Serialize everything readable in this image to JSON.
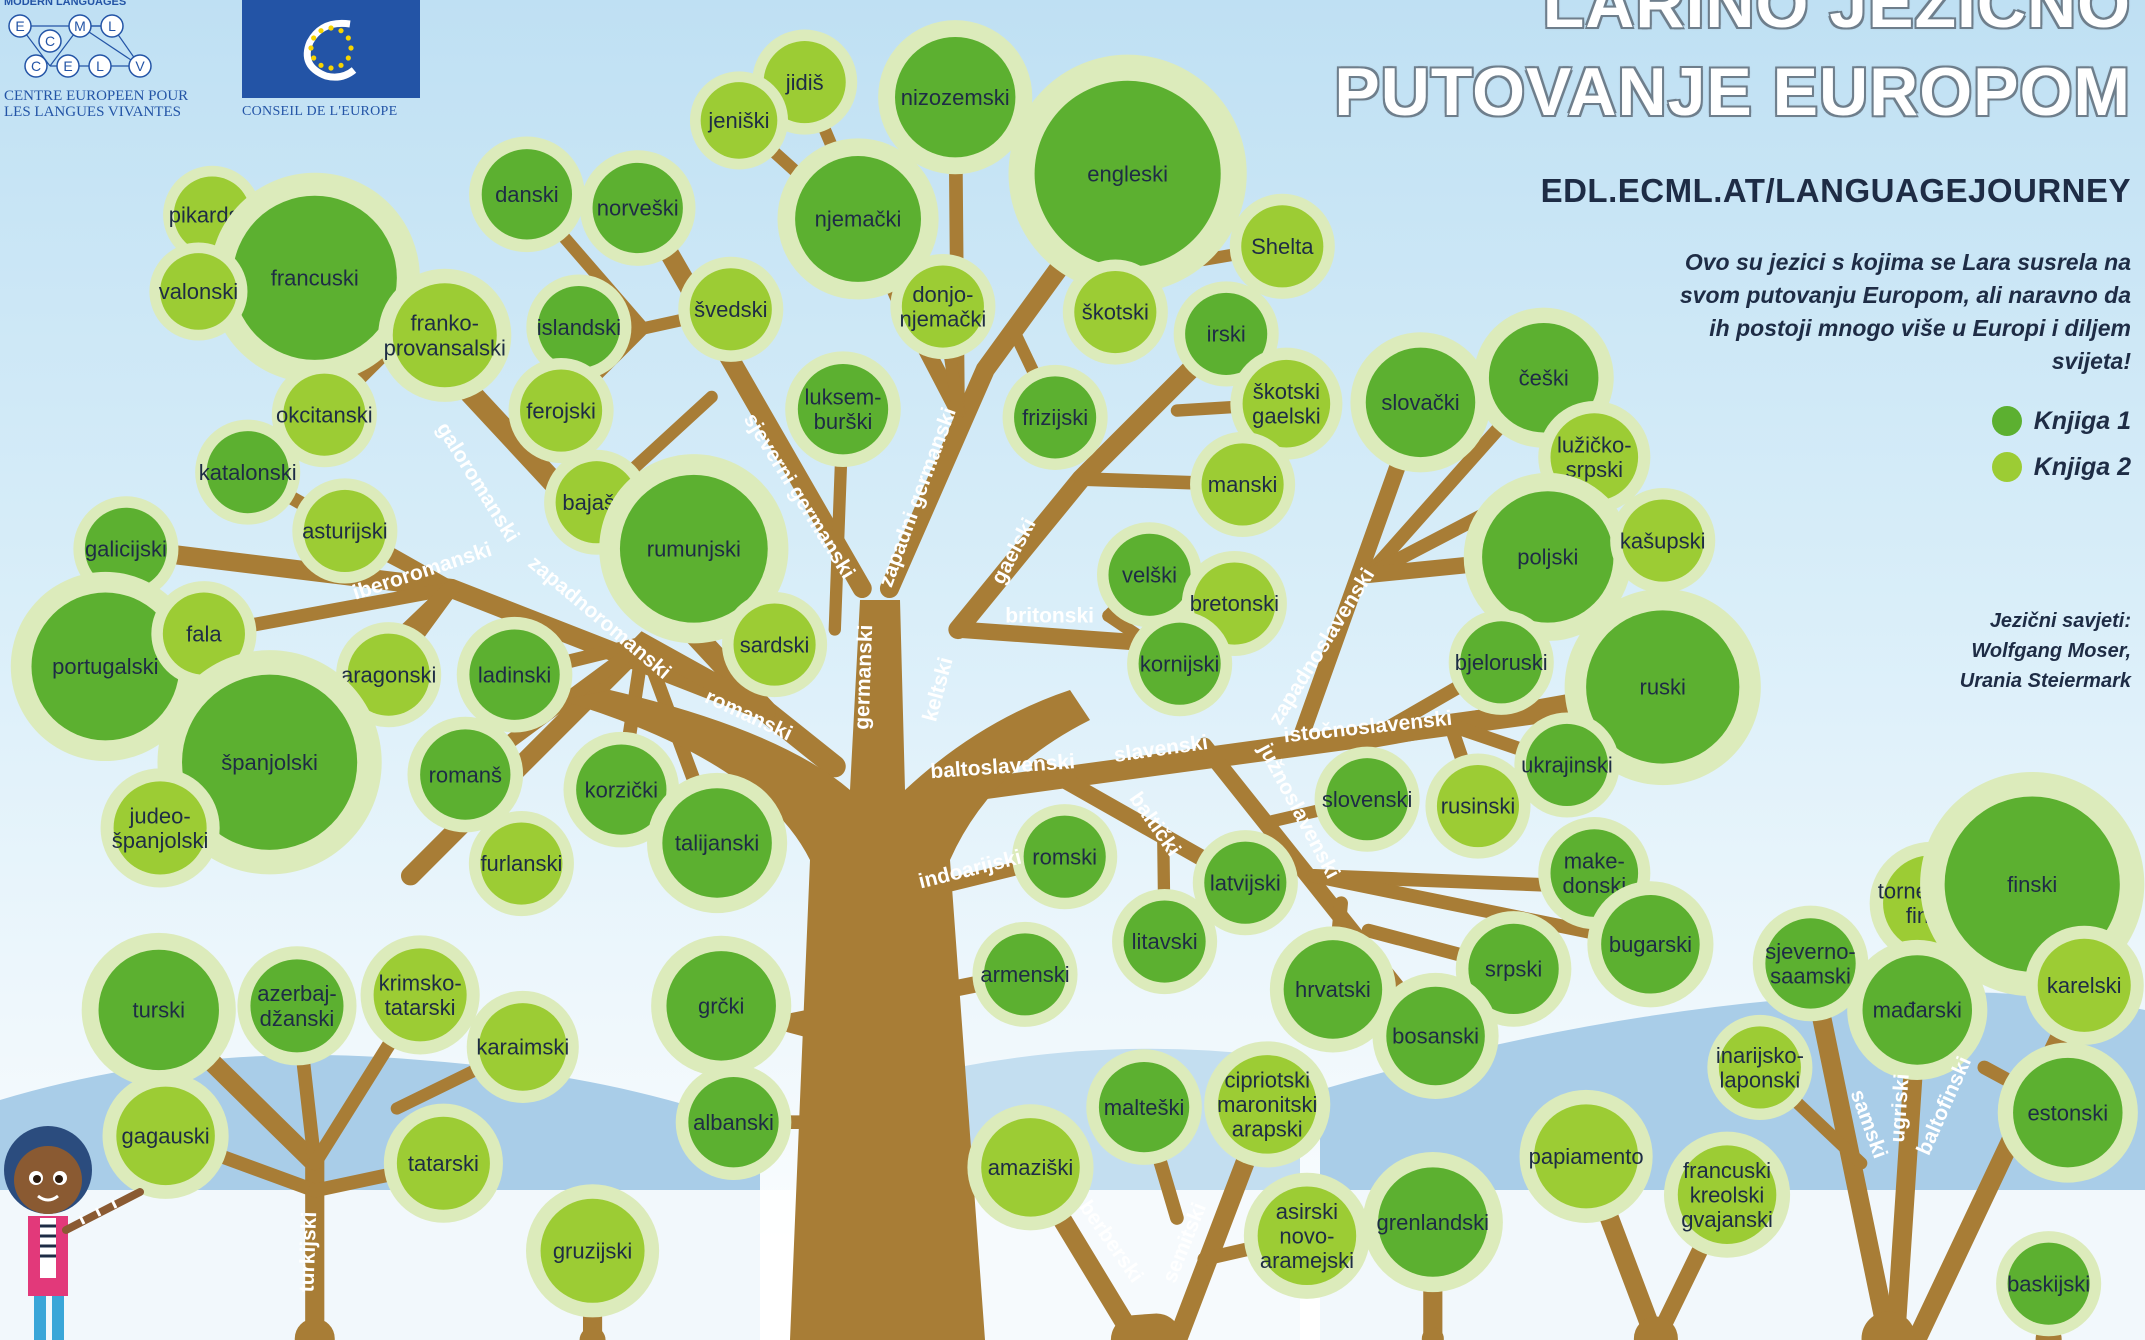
{
  "header": {
    "title_line1": "LARINO JEZIČNO",
    "title_line2": "PUTOVANJE EUROPOM",
    "url": "EDL.ECML.AT/LANGUAGEJOURNEY",
    "intro": "Ovo su jezici s kojima se Lara susrela na svom putovanju Europom, ali naravno da ih postoji mnogo više u Europi i diljem svijeta!",
    "advisors_line1": "Jezični savjeti:",
    "advisors_line2": "Wolfgang Moser,",
    "advisors_line3": "Urania Steiermark"
  },
  "legend": [
    {
      "label": "Knjiga 1",
      "color": "#5cb030"
    },
    {
      "label": "Knjiga 2",
      "color": "#9ccc34"
    }
  ],
  "logos": {
    "ecml_top": "MODERN       LANGUAGES",
    "ecml_letters": [
      "E",
      "C",
      "M",
      "L",
      "C",
      "E",
      "L",
      "V"
    ],
    "ecml_bottom_line1": "CENTRE EUROPEEN POUR",
    "ecml_bottom_line2": "LES   LANGUES   VIVANTES",
    "coe_text": "CONSEIL DE L'EUROPE"
  },
  "colors": {
    "trunk": "#a87d36",
    "book1": "#5cb030",
    "book2": "#9ccc34",
    "halo": "#dcebbb",
    "navy": "#1e2c45"
  },
  "branch_labels": {
    "galoromanski": "galoromanski",
    "iberoromanski": "iberoromanski",
    "zapadnoromanski": "zapadnoromanski",
    "romanski": "romanski",
    "sjeverni_germanski": "sjeverni germanski",
    "zapadni_germanski": "zapadni germanski",
    "germanski": "germanski",
    "gaelski": "gaelski",
    "britonski": "britonski",
    "keltski": "keltski",
    "baltoslavenski": "baltoslavenski",
    "slavenski": "slavenski",
    "istocnoslavenski": "istočnoslavenski",
    "zapadnoslavenski": "zapadnoslavenski",
    "juznoslavenski": "južnoslavenski",
    "balticki": "baltički",
    "indoarijski": "indoarijski",
    "turkijski": "turkijski",
    "berberski": "berberski",
    "semitski": "semitski",
    "samski": "samski",
    "ugriski": "ugriski",
    "baltofinski": "baltofinski"
  },
  "languages": [
    {
      "id": "pikardski",
      "lines": [
        "pikardski"
      ],
      "book": 2
    },
    {
      "id": "francuski",
      "lines": [
        "francuski"
      ],
      "book": 1
    },
    {
      "id": "valonski",
      "lines": [
        "valonski"
      ],
      "book": 2
    },
    {
      "id": "franko-provansalski",
      "lines": [
        "franko-",
        "provansalski"
      ],
      "book": 2
    },
    {
      "id": "okcitanski",
      "lines": [
        "okcitanski"
      ],
      "book": 2
    },
    {
      "id": "katalonski",
      "lines": [
        "katalonski"
      ],
      "book": 1
    },
    {
      "id": "asturijski",
      "lines": [
        "asturijski"
      ],
      "book": 2
    },
    {
      "id": "galicijski",
      "lines": [
        "galicijski"
      ],
      "book": 1
    },
    {
      "id": "portugalski",
      "lines": [
        "portugalski"
      ],
      "book": 1
    },
    {
      "id": "fala",
      "lines": [
        "fala"
      ],
      "book": 2
    },
    {
      "id": "aragonski",
      "lines": [
        "aragonski"
      ],
      "book": 2
    },
    {
      "id": "spanjolski",
      "lines": [
        "španjolski"
      ],
      "book": 1
    },
    {
      "id": "judeo-spanjolski",
      "lines": [
        "judeo-",
        "španjolski"
      ],
      "book": 2
    },
    {
      "id": "danski",
      "lines": [
        "danski"
      ],
      "book": 1
    },
    {
      "id": "norveski",
      "lines": [
        "norveški"
      ],
      "book": 1
    },
    {
      "id": "islandski",
      "lines": [
        "islandski"
      ],
      "book": 1
    },
    {
      "id": "svedski",
      "lines": [
        "švedski"
      ],
      "book": 2
    },
    {
      "id": "ferojski",
      "lines": [
        "ferojski"
      ],
      "book": 2
    },
    {
      "id": "bajaski",
      "lines": [
        "bajaški"
      ],
      "book": 2
    },
    {
      "id": "rumunjski",
      "lines": [
        "rumunjski"
      ],
      "book": 1
    },
    {
      "id": "ladinski",
      "lines": [
        "ladinski"
      ],
      "book": 1
    },
    {
      "id": "sardski",
      "lines": [
        "sardski"
      ],
      "book": 2
    },
    {
      "id": "romans",
      "lines": [
        "romanš"
      ],
      "book": 1
    },
    {
      "id": "korzicki",
      "lines": [
        "korzički"
      ],
      "book": 1
    },
    {
      "id": "talijanski",
      "lines": [
        "talijanski"
      ],
      "book": 1
    },
    {
      "id": "furlanski",
      "lines": [
        "furlanski"
      ],
      "book": 2
    },
    {
      "id": "jidis",
      "lines": [
        "jidiš"
      ],
      "book": 2
    },
    {
      "id": "jeniski",
      "lines": [
        "jeniški"
      ],
      "book": 2
    },
    {
      "id": "nizozemski",
      "lines": [
        "nizozemski"
      ],
      "book": 1
    },
    {
      "id": "njemacki",
      "lines": [
        "njemački"
      ],
      "book": 1
    },
    {
      "id": "donjonjemacki",
      "lines": [
        "donjo-",
        "njemački"
      ],
      "book": 2
    },
    {
      "id": "luksemburski",
      "lines": [
        "luksem-",
        "burški"
      ],
      "book": 1
    },
    {
      "id": "engleski",
      "lines": [
        "engleski"
      ],
      "book": 1
    },
    {
      "id": "shelta",
      "lines": [
        "Shelta"
      ],
      "book": 2
    },
    {
      "id": "skotski",
      "lines": [
        "škotski"
      ],
      "book": 2
    },
    {
      "id": "irski",
      "lines": [
        "irski"
      ],
      "book": 1
    },
    {
      "id": "frizijski",
      "lines": [
        "frizijski"
      ],
      "book": 1
    },
    {
      "id": "skotski-gaelski",
      "lines": [
        "škotski",
        "gaelski"
      ],
      "book": 2
    },
    {
      "id": "manski",
      "lines": [
        "manski"
      ],
      "book": 2
    },
    {
      "id": "velski",
      "lines": [
        "velški"
      ],
      "book": 1
    },
    {
      "id": "bretonski",
      "lines": [
        "bretonski"
      ],
      "book": 2
    },
    {
      "id": "kornijski",
      "lines": [
        "kornijski"
      ],
      "book": 1
    },
    {
      "id": "slovacki",
      "lines": [
        "slovački"
      ],
      "book": 1
    },
    {
      "id": "ceski",
      "lines": [
        "češki"
      ],
      "book": 1
    },
    {
      "id": "luzicko-srpski",
      "lines": [
        "lužičko-",
        "srpski"
      ],
      "book": 2
    },
    {
      "id": "poljski",
      "lines": [
        "poljski"
      ],
      "book": 1
    },
    {
      "id": "kasupski",
      "lines": [
        "kašupski"
      ],
      "book": 2
    },
    {
      "id": "bjeloruski",
      "lines": [
        "bjeloruski"
      ],
      "book": 1
    },
    {
      "id": "ruski",
      "lines": [
        "ruski"
      ],
      "book": 1
    },
    {
      "id": "ukrajinski",
      "lines": [
        "ukrajinski"
      ],
      "book": 1
    },
    {
      "id": "slovenski",
      "lines": [
        "slovenski"
      ],
      "book": 1
    },
    {
      "id": "rusinski",
      "lines": [
        "rusinski"
      ],
      "book": 2
    },
    {
      "id": "makedonski",
      "lines": [
        "make-",
        "donski"
      ],
      "book": 1
    },
    {
      "id": "bugarski",
      "lines": [
        "bugarski"
      ],
      "book": 1
    },
    {
      "id": "srpski",
      "lines": [
        "srpski"
      ],
      "book": 1
    },
    {
      "id": "hrvatski",
      "lines": [
        "hrvatski"
      ],
      "book": 1
    },
    {
      "id": "bosanski",
      "lines": [
        "bosanski"
      ],
      "book": 1
    },
    {
      "id": "romski",
      "lines": [
        "romski"
      ],
      "book": 1
    },
    {
      "id": "latvijski",
      "lines": [
        "latvijski"
      ],
      "book": 1
    },
    {
      "id": "litavski",
      "lines": [
        "litavski"
      ],
      "book": 1
    },
    {
      "id": "armenski",
      "lines": [
        "armenski"
      ],
      "book": 1
    },
    {
      "id": "grcki",
      "lines": [
        "grčki"
      ],
      "book": 1
    },
    {
      "id": "albanski",
      "lines": [
        "albanski"
      ],
      "book": 1
    },
    {
      "id": "turski",
      "lines": [
        "turski"
      ],
      "book": 1
    },
    {
      "id": "azerbajdzanski",
      "lines": [
        "azerbaj-",
        "džanski"
      ],
      "book": 1
    },
    {
      "id": "krimsko-tatarski",
      "lines": [
        "krimsko-",
        "tatarski"
      ],
      "book": 2
    },
    {
      "id": "karaimski",
      "lines": [
        "karaimski"
      ],
      "book": 2
    },
    {
      "id": "gagauski",
      "lines": [
        "gagauski"
      ],
      "book": 2
    },
    {
      "id": "tatarski",
      "lines": [
        "tatarski"
      ],
      "book": 2
    },
    {
      "id": "gruzijski",
      "lines": [
        "gruzijski"
      ],
      "book": 2
    },
    {
      "id": "amaziski",
      "lines": [
        "amaziški"
      ],
      "book": 2
    },
    {
      "id": "malteski",
      "lines": [
        "malteški"
      ],
      "book": 1
    },
    {
      "id": "cipriotski",
      "lines": [
        "cipriotski",
        "maronitski",
        "arapski"
      ],
      "book": 2
    },
    {
      "id": "asirski",
      "lines": [
        "asirski",
        "novo-",
        "aramejski"
      ],
      "book": 2
    },
    {
      "id": "grenlandski",
      "lines": [
        "grenlandski"
      ],
      "book": 1
    },
    {
      "id": "papiamento",
      "lines": [
        "papiamento"
      ],
      "book": 2
    },
    {
      "id": "francuski-kreolski",
      "lines": [
        "francuski",
        "kreolski",
        "gvajanski"
      ],
      "book": 2
    },
    {
      "id": "tornedalski",
      "lines": [
        "tornedalski",
        "finski"
      ],
      "book": 2
    },
    {
      "id": "finski",
      "lines": [
        "finski"
      ],
      "book": 1
    },
    {
      "id": "sjeverno-saamski",
      "lines": [
        "sjeverno-",
        "saamski"
      ],
      "book": 1
    },
    {
      "id": "madarski",
      "lines": [
        "mađarski"
      ],
      "book": 1
    },
    {
      "id": "karelski",
      "lines": [
        "karelski"
      ],
      "book": 2
    },
    {
      "id": "inarijsko-laponski",
      "lines": [
        "inarijsko-",
        "laponski"
      ],
      "book": 2
    },
    {
      "id": "estonski",
      "lines": [
        "estonski"
      ],
      "book": 1
    },
    {
      "id": "baskijski",
      "lines": [
        "baskijski"
      ],
      "book": 1
    }
  ]
}
